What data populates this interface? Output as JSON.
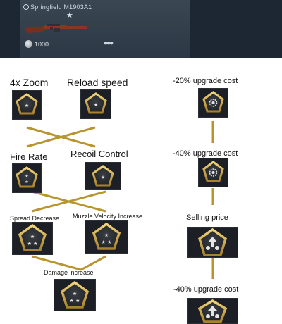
{
  "header": {
    "title": "Springfield M1903A1",
    "price": "1000",
    "rank_icon": "star-icon",
    "currency_icon": "silver-coin-icon",
    "crew_icon": "crew-icon"
  },
  "left_tree": {
    "zoom": "4x Zoom",
    "reload": "Reload speed",
    "fire_rate": "Fire Rate",
    "recoil": "Recoil Control",
    "spread": "Spread Decrease",
    "muzzle": "Muzzle Velocity Increase",
    "damage": "Damage increase"
  },
  "right_tree": {
    "upgrade_cost_20": "-20% upgrade cost",
    "upgrade_cost_40a": "-40% upgrade cost",
    "selling_price": "Selling price",
    "upgrade_cost_40b": "-40% upgrade cost"
  },
  "colors": {
    "gold": "#c9a13a",
    "connector": "#b8952e",
    "tile_bg": "#1c2026",
    "header_bg": "#2c3845"
  }
}
